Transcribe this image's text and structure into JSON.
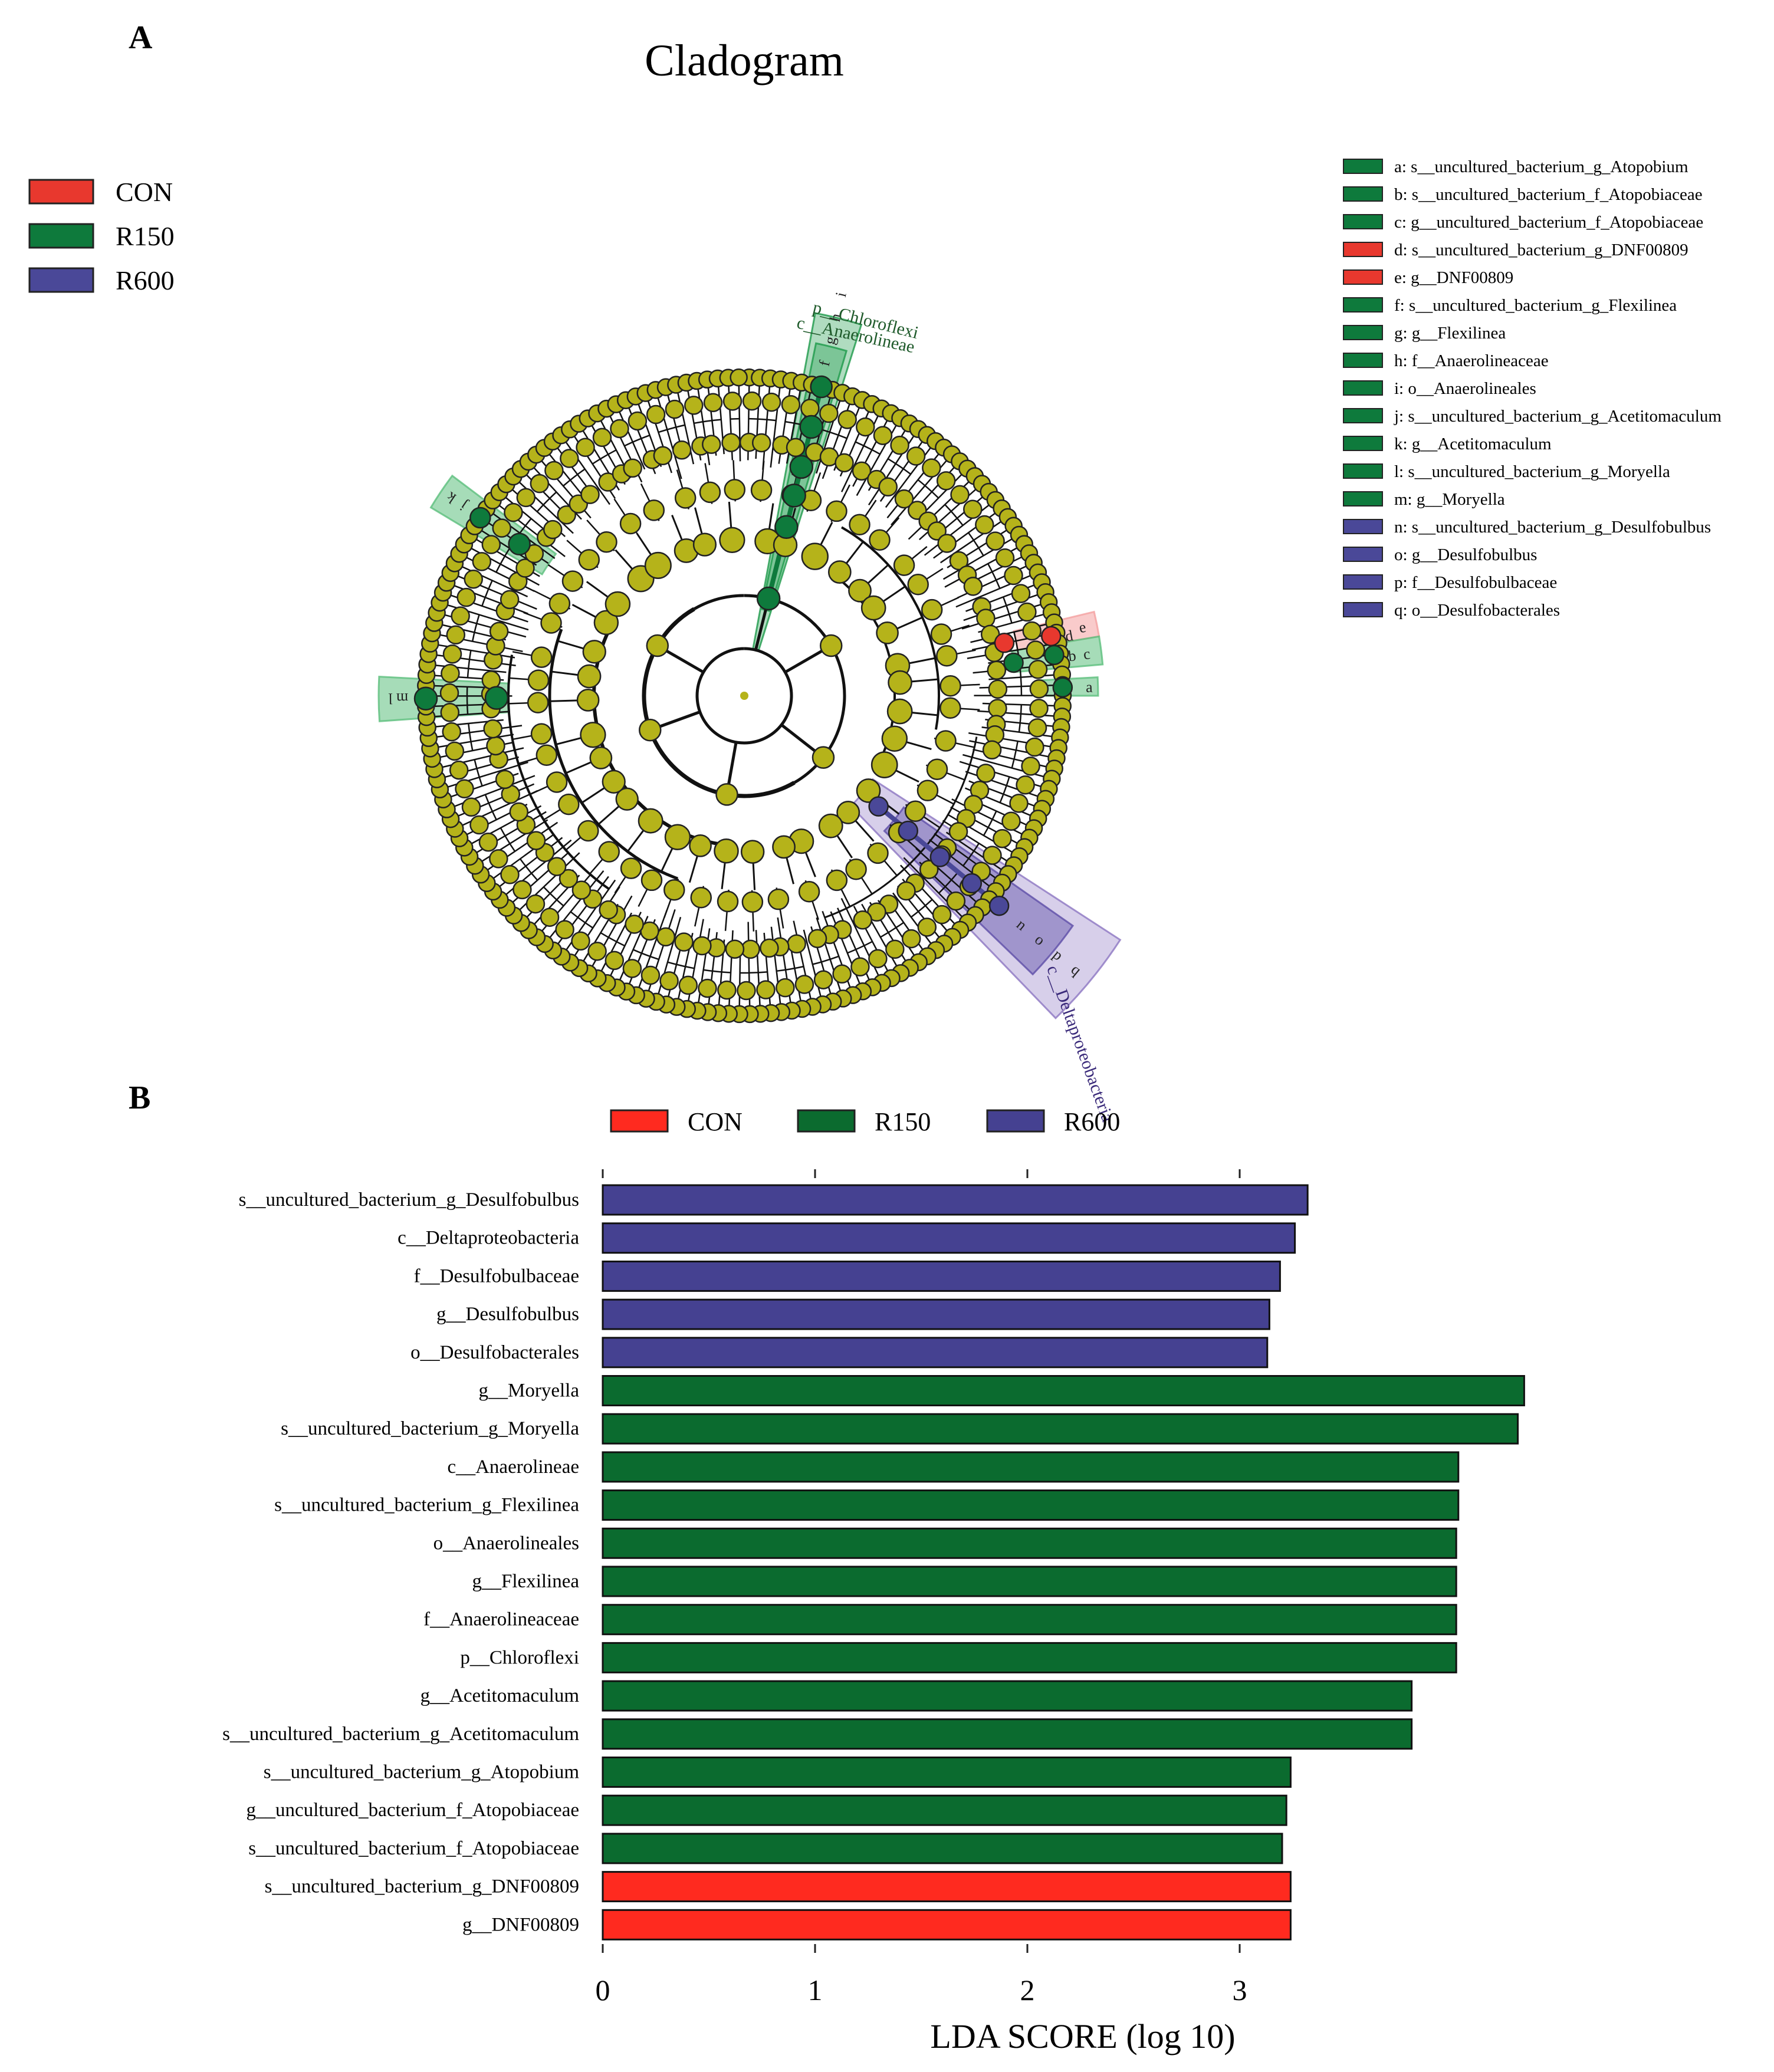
{
  "panel_a": {
    "label": "A",
    "title": "Cladogram",
    "group_legend": [
      {
        "name": "CON",
        "color": "#e8382e"
      },
      {
        "name": "R150",
        "color": "#0e7a3c"
      },
      {
        "name": "R600",
        "color": "#4a4898"
      }
    ],
    "node_legend": [
      {
        "key": "a",
        "text": "a: s__uncultured_bacterium_g_Atopobium",
        "group": "R150"
      },
      {
        "key": "b",
        "text": "b: s__uncultured_bacterium_f_Atopobiaceae",
        "group": "R150"
      },
      {
        "key": "c",
        "text": "c: g__uncultured_bacterium_f_Atopobiaceae",
        "group": "R150"
      },
      {
        "key": "d",
        "text": "d: s__uncultured_bacterium_g_DNF00809",
        "group": "CON"
      },
      {
        "key": "e",
        "text": "e: g__DNF00809",
        "group": "CON"
      },
      {
        "key": "f",
        "text": "f: s__uncultured_bacterium_g_Flexilinea",
        "group": "R150"
      },
      {
        "key": "g",
        "text": "g: g__Flexilinea",
        "group": "R150"
      },
      {
        "key": "h",
        "text": "h: f__Anaerolineaceae",
        "group": "R150"
      },
      {
        "key": "i",
        "text": "i: o__Anaerolineales",
        "group": "R150"
      },
      {
        "key": "j",
        "text": "j: s__uncultured_bacterium_g_Acetitomaculum",
        "group": "R150"
      },
      {
        "key": "k",
        "text": "k: g__Acetitomaculum",
        "group": "R150"
      },
      {
        "key": "l",
        "text": "l: s__uncultured_bacterium_g_Moryella",
        "group": "R150"
      },
      {
        "key": "m",
        "text": "m: g__Moryella",
        "group": "R150"
      },
      {
        "key": "n",
        "text": "n: s__uncultured_bacterium_g_Desulfobulbus",
        "group": "R600"
      },
      {
        "key": "o",
        "text": "o: g__Desulfobulbus",
        "group": "R600"
      },
      {
        "key": "p",
        "text": "p: f__Desulfobulbaceae",
        "group": "R600"
      },
      {
        "key": "q",
        "text": "q: o__Desulfobacterales",
        "group": "R600"
      }
    ],
    "clade_labels": {
      "phylum_chloroflexi": "p__Chloroflexi",
      "class_anaerolineae": "c__Anaerolineae",
      "class_deltaproteobacteria": "c__Deltaproteobacteria"
    },
    "colors": {
      "background_node": "#b5b31a",
      "branch": "#111111"
    }
  },
  "panel_b": {
    "label": "B",
    "legend": [
      {
        "name": "CON",
        "color": "#ff2a1f"
      },
      {
        "name": "R150",
        "color": "#0b6b2f"
      },
      {
        "name": "R600",
        "color": "#454191"
      }
    ]
  },
  "chart_data": {
    "type": "bar",
    "orientation": "horizontal",
    "xlabel": "LDA SCORE (log 10)",
    "ylabel": "",
    "xlim": [
      0,
      4.4
    ],
    "xticks": [
      0,
      1,
      2,
      3
    ],
    "categories": [
      "s__uncultured_bacterium_g_Desulfobulbus",
      "c__Deltaproteobacteria",
      "f__Desulfobulbaceae",
      "g__Desulfobulbus",
      "o__Desulfobacterales",
      "g__Moryella",
      "s__uncultured_bacterium_g_Moryella",
      "c__Anaerolineae",
      "s__uncultured_bacterium_g_Flexilinea",
      "o__Anaerolineales",
      "g__Flexilinea",
      "f__Anaerolineaceae",
      "p__Chloroflexi",
      "g__Acetitomaculum",
      "s__uncultured_bacterium_g_Acetitomaculum",
      "s__uncultured_bacterium_g_Atopobium",
      "g__uncultured_bacterium_f_Atopobiaceae",
      "s__uncultured_bacterium_f_Atopobiaceae",
      "s__uncultured_bacterium_g_DNF00809",
      "g__DNF00809"
    ],
    "values": [
      3.32,
      3.26,
      3.19,
      3.14,
      3.13,
      4.34,
      4.31,
      4.03,
      4.03,
      4.02,
      4.02,
      4.02,
      4.02,
      3.81,
      3.81,
      3.24,
      3.22,
      3.2,
      3.24,
      3.24
    ],
    "groups": [
      "R600",
      "R600",
      "R600",
      "R600",
      "R600",
      "R150",
      "R150",
      "R150",
      "R150",
      "R150",
      "R150",
      "R150",
      "R150",
      "R150",
      "R150",
      "R150",
      "R150",
      "R150",
      "CON",
      "CON"
    ],
    "legend": [
      "CON",
      "R150",
      "R600"
    ],
    "legend_position": "top",
    "grid": false
  }
}
